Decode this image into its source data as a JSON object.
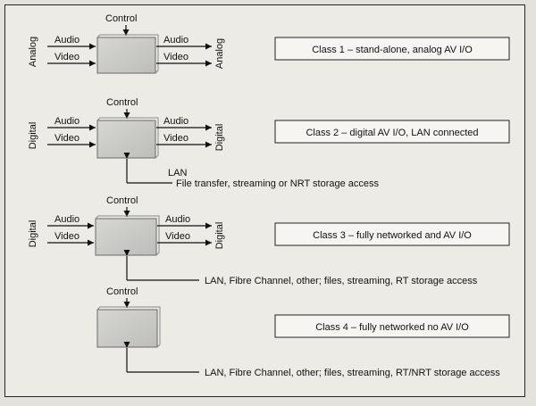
{
  "colors": {
    "box_fill": "#c9c9c6",
    "box_edge": "#6a6a6a",
    "line": "#111111"
  },
  "classes": [
    {
      "side_in": "Analog",
      "side_out": "Analog",
      "control": "Control",
      "in_audio": "Audio",
      "in_video": "Video",
      "out_audio": "Audio",
      "out_video": "Video",
      "description": "Class 1 – stand-alone, analog AV I/O"
    },
    {
      "side_in": "Digital",
      "side_out": "Digital",
      "control": "Control",
      "in_audio": "Audio",
      "in_video": "Video",
      "out_audio": "Audio",
      "out_video": "Video",
      "network_label": "LAN",
      "network_access": "File transfer, streaming or NRT storage access",
      "description": "Class 2 – digital AV I/O, LAN connected"
    },
    {
      "side_in": "Digital",
      "side_out": "Digital",
      "control": "Control",
      "in_audio": "Audio",
      "in_video": "Video",
      "out_audio": "Audio",
      "out_video": "Video",
      "network_access": "LAN, Fibre Channel, other; files, streaming, RT storage access",
      "description": "Class 3 – fully networked and AV I/O"
    },
    {
      "control": "Control",
      "network_access": "LAN, Fibre Channel, other; files, streaming, RT/NRT storage access",
      "description": "Class 4 – fully networked no AV I/O"
    }
  ]
}
